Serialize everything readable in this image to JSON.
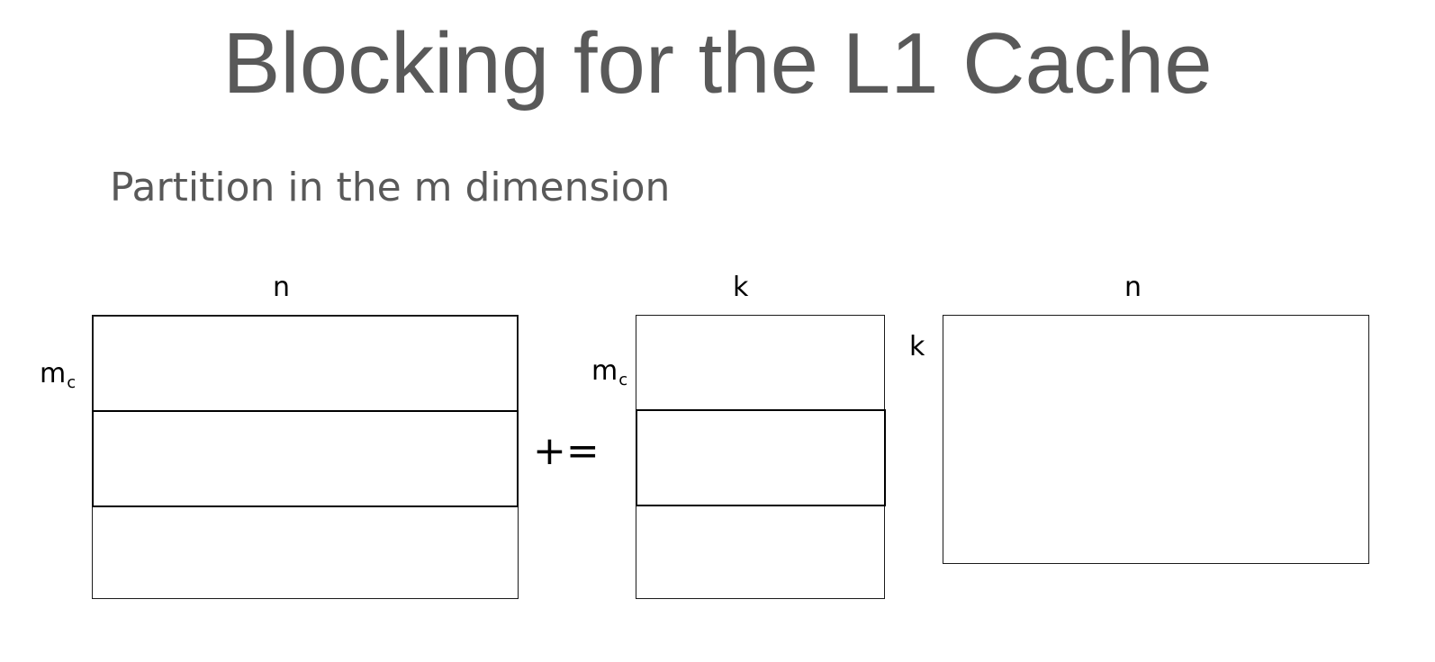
{
  "slide": {
    "title": "Blocking for the L1 Cache",
    "subtitle": "Partition in the m dimension"
  },
  "diagram": {
    "matrix_c": {
      "top_label": "n",
      "side_label": "m",
      "side_label_subscript": "c"
    },
    "operator": "+=",
    "matrix_a": {
      "top_label": "k",
      "side_label": "m",
      "side_label_subscript": "c"
    },
    "matrix_b": {
      "top_label": "n",
      "side_label": "k"
    }
  }
}
